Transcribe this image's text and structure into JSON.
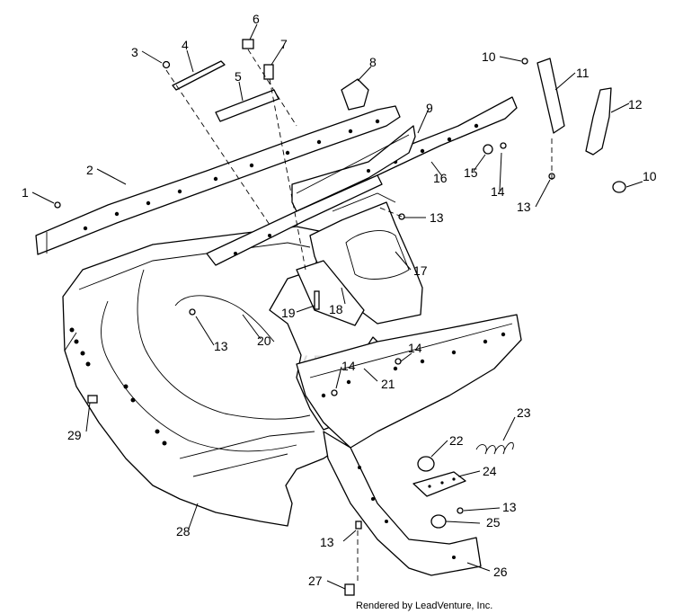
{
  "diagram": {
    "watermark": "LEADVENTURE",
    "credit": "Rendered by LeadVenture, Inc.",
    "callouts": {
      "c1": "1",
      "c2": "2",
      "c3": "3",
      "c4": "4",
      "c5": "5",
      "c6": "6",
      "c7": "7",
      "c8": "8",
      "c9": "9",
      "c10a": "10",
      "c10b": "10",
      "c11": "11",
      "c12": "12",
      "c13a": "13",
      "c13b": "13",
      "c13c": "13",
      "c13d": "13",
      "c13e": "13",
      "c14a": "14",
      "c14b": "14",
      "c14c": "14",
      "c15": "15",
      "c16": "16",
      "c17": "17",
      "c18": "18",
      "c19": "19",
      "c20": "20",
      "c21": "21",
      "c22": "22",
      "c23": "23",
      "c24": "24",
      "c25": "25",
      "c26": "26",
      "c27": "27",
      "c28": "28",
      "c29": "29"
    }
  }
}
